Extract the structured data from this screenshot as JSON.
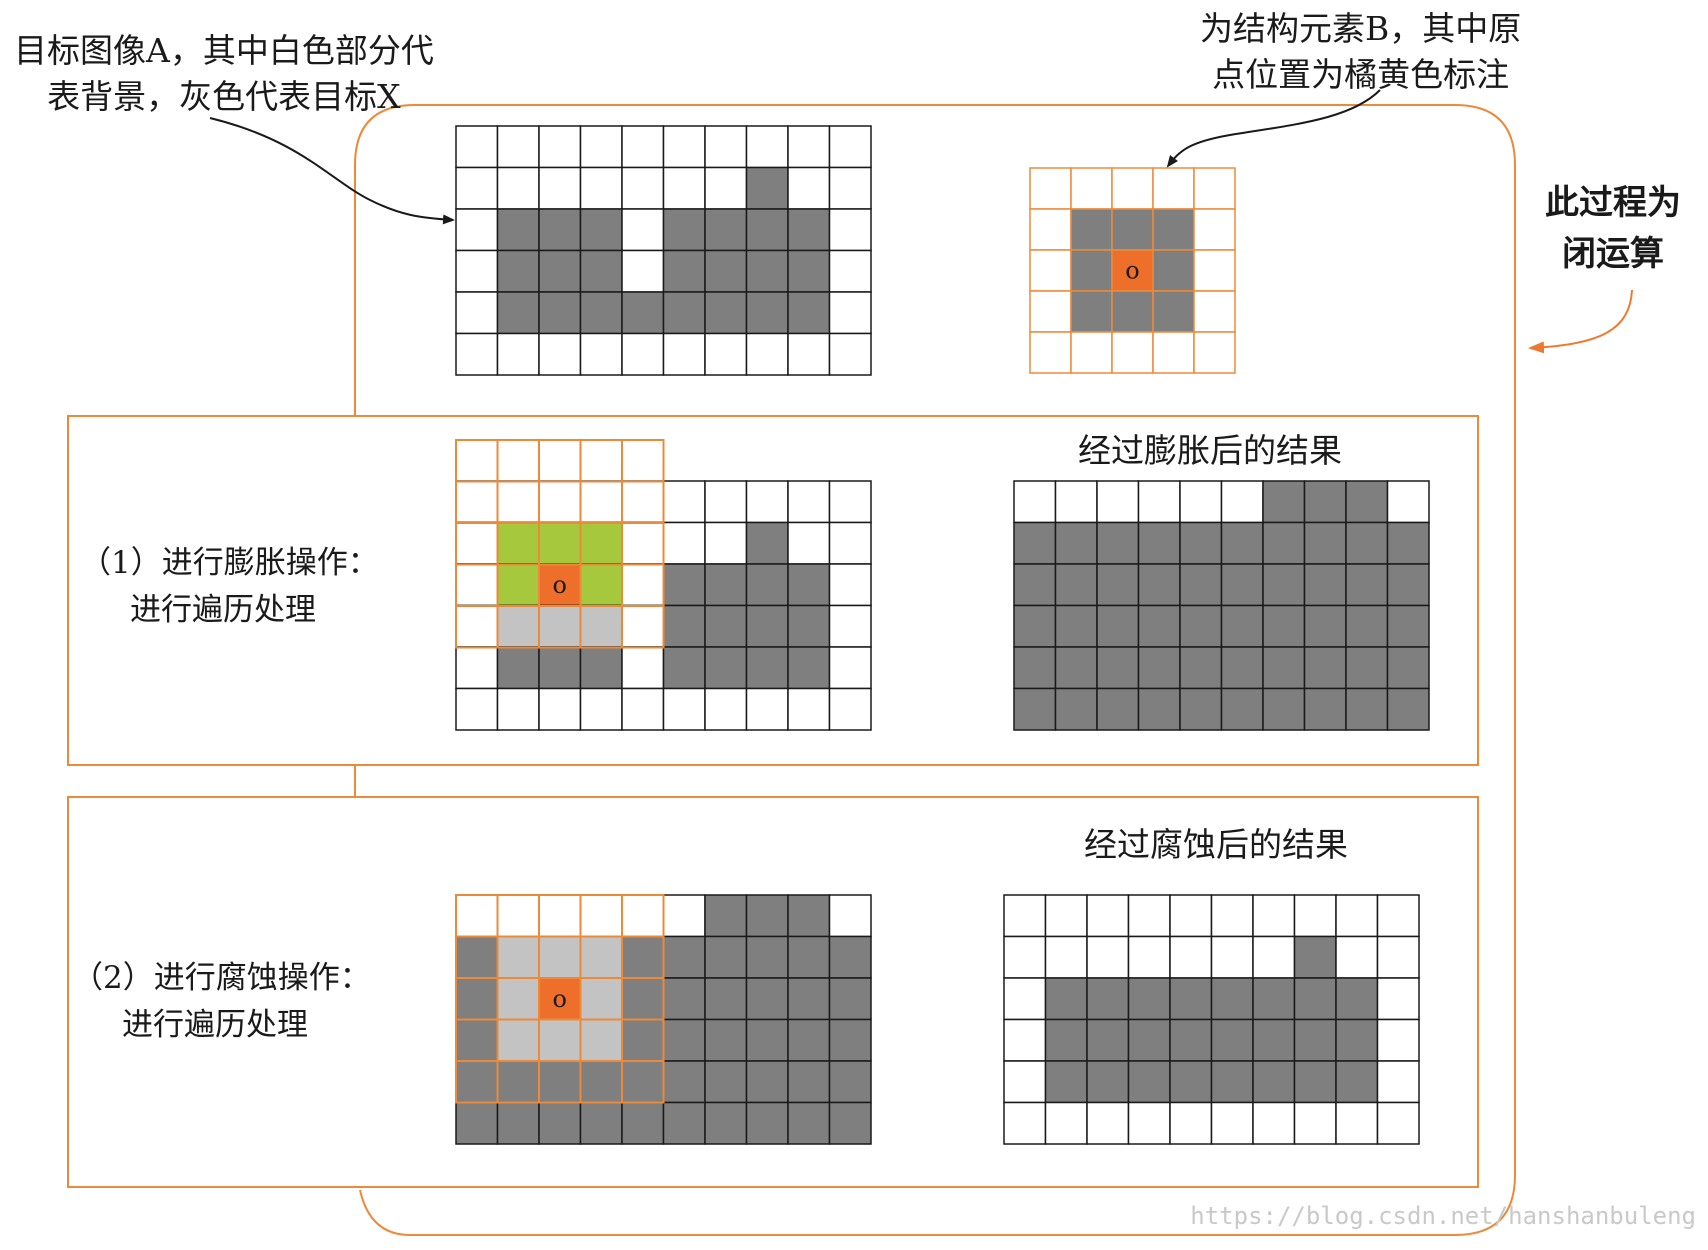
{
  "captions": {
    "image_a": [
      "目标图像A，其中白色部分代",
      "表背景，灰色代表目标X"
    ],
    "struct_b": [
      "为结构元素B，其中原",
      "点位置为橘黄色标注"
    ],
    "process": [
      "此过程为",
      "闭运算"
    ]
  },
  "steps": {
    "dilation": {
      "lines": [
        "（1）进行膨胀操作：",
        "进行遍历处理"
      ],
      "result_title": "经过膨胀后的结果"
    },
    "erosion": {
      "lines": [
        "（2）进行腐蚀操作：",
        "进行遍历处理"
      ],
      "result_title": "经过腐蚀后的结果"
    }
  },
  "origin_marker": "o",
  "watermark": "https://blog.csdn.net/hanshanbuleng",
  "colors": {
    "background": "#ffffff",
    "target": "#7f7f7f",
    "structure": "#a5c83c",
    "origin": "#ed6f2a",
    "highlight": "#c3c3c3",
    "frame": "#ed8a3a",
    "grid": "#1a1a1a"
  },
  "grids": {
    "image_a": [
      [
        0,
        0,
        0,
        0,
        0,
        0,
        0,
        0,
        0,
        0
      ],
      [
        0,
        0,
        0,
        0,
        0,
        0,
        0,
        1,
        0,
        0
      ],
      [
        0,
        1,
        1,
        1,
        0,
        1,
        1,
        1,
        1,
        0
      ],
      [
        0,
        1,
        1,
        1,
        0,
        1,
        1,
        1,
        1,
        0
      ],
      [
        0,
        1,
        1,
        1,
        1,
        1,
        1,
        1,
        1,
        0
      ],
      [
        0,
        0,
        0,
        0,
        0,
        0,
        0,
        0,
        0,
        0
      ]
    ],
    "struct_b": [
      [
        0,
        0,
        0,
        0,
        0
      ],
      [
        0,
        1,
        1,
        1,
        0
      ],
      [
        0,
        1,
        2,
        1,
        0
      ],
      [
        0,
        1,
        1,
        1,
        0
      ],
      [
        0,
        0,
        0,
        0,
        0
      ]
    ],
    "dilation_traverse": [
      [
        0,
        0,
        0,
        0,
        0,
        0,
        0,
        0,
        0,
        0
      ],
      [
        0,
        4,
        4,
        4,
        0,
        0,
        0,
        1,
        0,
        0
      ],
      [
        0,
        4,
        2,
        4,
        0,
        1,
        1,
        1,
        1,
        0
      ],
      [
        0,
        3,
        3,
        3,
        0,
        1,
        1,
        1,
        1,
        0
      ],
      [
        0,
        1,
        1,
        1,
        0,
        1,
        1,
        1,
        1,
        0
      ],
      [
        0,
        0,
        0,
        0,
        0,
        0,
        0,
        0,
        0,
        0
      ]
    ],
    "dilation_result": [
      [
        0,
        0,
        0,
        0,
        0,
        0,
        1,
        1,
        1,
        0
      ],
      [
        1,
        1,
        1,
        1,
        1,
        1,
        1,
        1,
        1,
        1
      ],
      [
        1,
        1,
        1,
        1,
        1,
        1,
        1,
        1,
        1,
        1
      ],
      [
        1,
        1,
        1,
        1,
        1,
        1,
        1,
        1,
        1,
        1
      ],
      [
        1,
        1,
        1,
        1,
        1,
        1,
        1,
        1,
        1,
        1
      ],
      [
        1,
        1,
        1,
        1,
        1,
        1,
        1,
        1,
        1,
        1
      ]
    ],
    "erosion_traverse": [
      [
        0,
        0,
        0,
        0,
        0,
        0,
        1,
        1,
        1,
        0
      ],
      [
        1,
        3,
        3,
        3,
        1,
        1,
        1,
        1,
        1,
        1
      ],
      [
        1,
        3,
        2,
        3,
        1,
        1,
        1,
        1,
        1,
        1
      ],
      [
        1,
        3,
        3,
        3,
        1,
        1,
        1,
        1,
        1,
        1
      ],
      [
        1,
        1,
        1,
        1,
        1,
        1,
        1,
        1,
        1,
        1
      ],
      [
        1,
        1,
        1,
        1,
        1,
        1,
        1,
        1,
        1,
        1
      ]
    ],
    "erosion_result": [
      [
        0,
        0,
        0,
        0,
        0,
        0,
        0,
        0,
        0,
        0
      ],
      [
        0,
        0,
        0,
        0,
        0,
        0,
        0,
        1,
        0,
        0
      ],
      [
        0,
        1,
        1,
        1,
        1,
        1,
        1,
        1,
        1,
        0
      ],
      [
        0,
        1,
        1,
        1,
        1,
        1,
        1,
        1,
        1,
        0
      ],
      [
        0,
        1,
        1,
        1,
        1,
        1,
        1,
        1,
        1,
        0
      ],
      [
        0,
        0,
        0,
        0,
        0,
        0,
        0,
        0,
        0,
        0
      ]
    ]
  }
}
